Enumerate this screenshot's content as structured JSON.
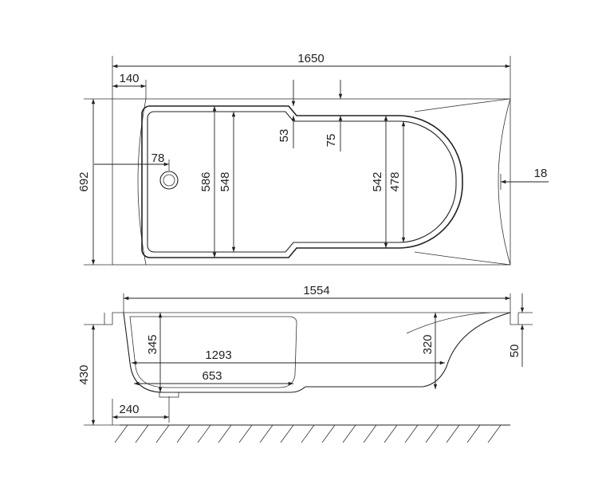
{
  "top_view": {
    "dims": {
      "overall_length": "1650",
      "end_width": "140",
      "overall_width": "692",
      "drain_offset": "78",
      "inner_width_outer": "586",
      "inner_width_inner": "548",
      "step_depth": "53",
      "rim_depth": "75",
      "back_width_outer": "542",
      "back_width_inner": "478",
      "rim_overhang": "18"
    }
  },
  "side_view": {
    "dims": {
      "inner_length": "1554",
      "depth_front": "345",
      "depth_back": "320",
      "bottom_length": "1293",
      "flat_bottom_length": "653",
      "drain_position": "240",
      "overall_height": "430",
      "rim_height": "50"
    }
  }
}
